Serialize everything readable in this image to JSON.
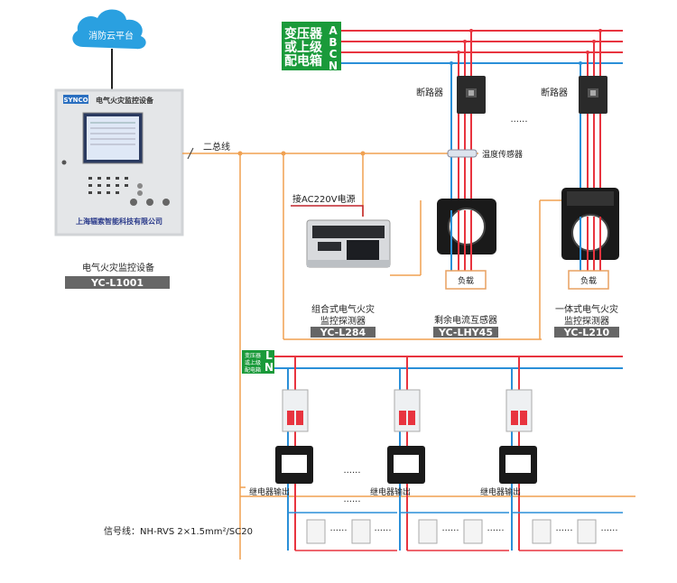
{
  "cloud": {
    "label": "消防云平台"
  },
  "panel": {
    "logo": "SYNCO",
    "title": "电气火灾监控设备",
    "company": "上海辐索智能科技有限公司",
    "caption_line1": "电气火灾监控设备",
    "caption_line2": "YC-L1001"
  },
  "bus": {
    "label": "二总线"
  },
  "source": {
    "line1": "变压器",
    "line2": "或上级",
    "line3": "配电箱",
    "phases": [
      "A",
      "B",
      "C",
      "N"
    ]
  },
  "breaker_label": "断路器",
  "ellipsis": "......",
  "temp_sensor": "温度传感器",
  "power": {
    "label": "接AC220V电源"
  },
  "load_label": "负载",
  "detector_combo": {
    "line1": "组合式电气火灾",
    "line2": "监控探测器",
    "model": "YC-L284"
  },
  "residual_ct": {
    "line1": "剩余电流互感器",
    "model": "YC-LHY45"
  },
  "detector_integrated": {
    "line1": "一体式电气火灾",
    "line2": "监控探测器",
    "model": "YC-L210"
  },
  "lower_source": {
    "line1": "变压器",
    "line2": "或上级",
    "line3": "配电箱",
    "phase_l": "L",
    "phase_n": "N"
  },
  "relay_output": "继电器输出",
  "signal_line": "信号线：NH-RVS 2×1.5mm²/SC20",
  "colors": {
    "red": "#e8343f",
    "blue": "#2a8fd8",
    "orange": "#f0a050",
    "green": "#1a9a3a",
    "gray": "#555555"
  },
  "icons": [
    "cloud-icon",
    "breaker-icon",
    "current-transformer-icon",
    "detector-module-icon",
    "socket-icon"
  ]
}
